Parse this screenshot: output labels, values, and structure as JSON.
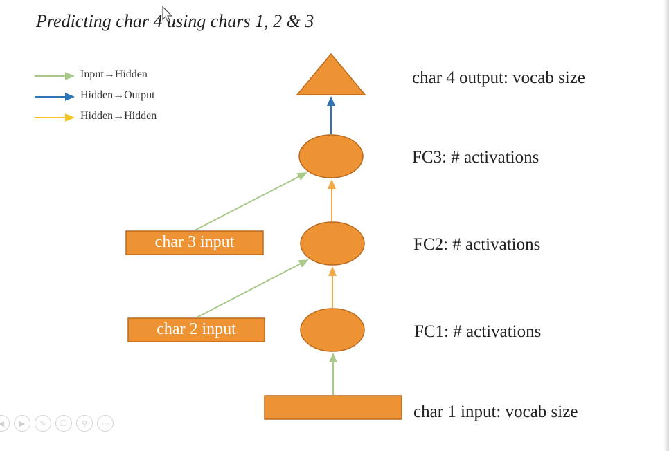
{
  "title": "Predicting char 4 using chars 1, 2 & 3",
  "colors": {
    "node_fill": "#ed9333",
    "node_stroke": "#b9691f",
    "input_arrow": "#a9c98a",
    "hidden_output_arrow": "#2e75b6",
    "hidden_hidden_arrow": "#f5a84a",
    "legend_hidden_hidden": "#f3c523"
  },
  "legend": [
    {
      "label": "Input→Hidden",
      "color": "#a9c98a"
    },
    {
      "label": "Hidden→Output",
      "color": "#2e75b6"
    },
    {
      "label": "Hidden→Hidden",
      "color": "#f3c523"
    }
  ],
  "inputs": {
    "char3": "char 3 input",
    "char2": "char 2 input"
  },
  "labels": {
    "output": "char 4 output: vocab size",
    "fc3": "FC3: # activations",
    "fc2": "FC2: # activations",
    "fc1": "FC1: # activations",
    "input1": "char 1 input: vocab size"
  },
  "player_icons": [
    "back-icon",
    "play-icon",
    "pen-icon",
    "copy-icon",
    "zoom-icon",
    "more-icon"
  ]
}
